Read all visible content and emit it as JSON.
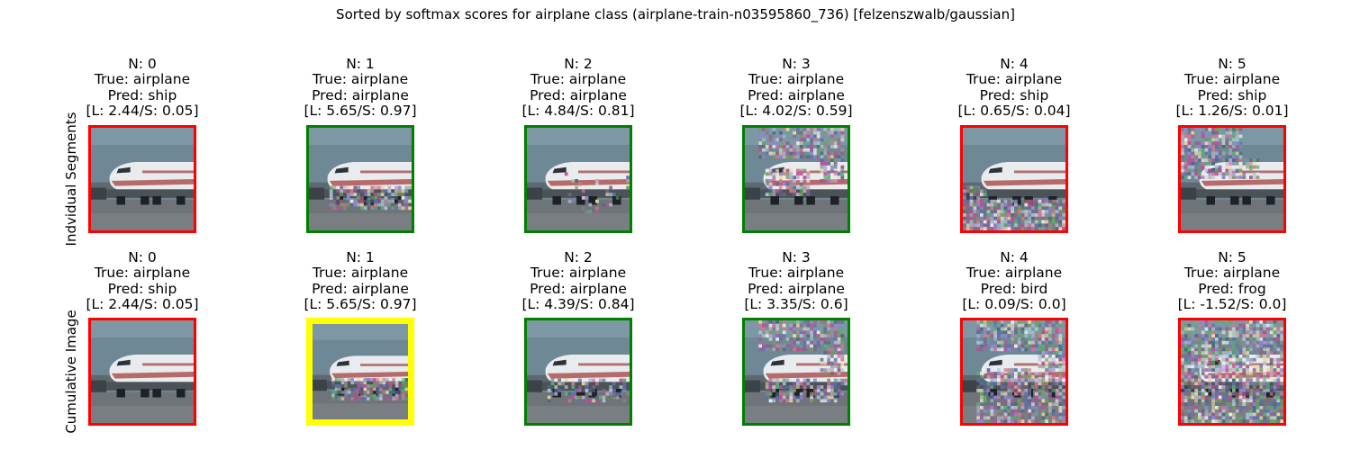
{
  "figure": {
    "title": "Sorted by softmax scores for airplane class (airplane-train-n03595860_736) [felzenszwalb/gaussian]"
  },
  "colors": {
    "correct_border": "#008000",
    "wrong_border": "#ff0000",
    "best_border": "#ffff00",
    "sky": "#6e8896",
    "runway": "#6e7478",
    "fuselage": "#e9ecee"
  },
  "rows": [
    {
      "label": "Indvidual Segments",
      "cells": [
        {
          "n": "N: 0",
          "true_label": "True: airplane",
          "pred": "Pred: ship",
          "scores": "[L: 2.44/S: 0.05]",
          "border": "wrong",
          "noise": "none"
        },
        {
          "n": "N: 1",
          "true_label": "True: airplane",
          "pred": "Pred: airplane",
          "scores": "[L: 5.65/S: 0.97]",
          "border": "correct",
          "noise": "plane-band"
        },
        {
          "n": "N: 2",
          "true_label": "True: airplane",
          "pred": "Pred: airplane",
          "scores": "[L: 4.84/S: 0.81]",
          "border": "correct",
          "noise": "light"
        },
        {
          "n": "N: 3",
          "true_label": "True: airplane",
          "pred": "Pred: airplane",
          "scores": "[L: 4.02/S: 0.59]",
          "border": "correct",
          "noise": "top-right"
        },
        {
          "n": "N: 4",
          "true_label": "True: airplane",
          "pred": "Pred: ship",
          "scores": "[L: 0.65/S: 0.04]",
          "border": "wrong",
          "noise": "bottom"
        },
        {
          "n": "N: 5",
          "true_label": "True: airplane",
          "pred": "Pred: ship",
          "scores": "[L: 1.26/S: 0.01]",
          "border": "wrong",
          "noise": "left-sky"
        }
      ]
    },
    {
      "label": "Cumulative Image",
      "cells": [
        {
          "n": "N: 0",
          "true_label": "True: airplane",
          "pred": "Pred: ship",
          "scores": "[L: 2.44/S: 0.05]",
          "border": "wrong",
          "noise": "none"
        },
        {
          "n": "N: 1",
          "true_label": "True: airplane",
          "pred": "Pred: airplane",
          "scores": "[L: 5.65/S: 0.97]",
          "border": "best",
          "noise": "plane-band"
        },
        {
          "n": "N: 2",
          "true_label": "True: airplane",
          "pred": "Pred: airplane",
          "scores": "[L: 4.39/S: 0.84]",
          "border": "correct",
          "noise": "plane-band-light"
        },
        {
          "n": "N: 3",
          "true_label": "True: airplane",
          "pred": "Pred: airplane",
          "scores": "[L: 3.35/S: 0.6]",
          "border": "correct",
          "noise": "cumulative-3"
        },
        {
          "n": "N: 4",
          "true_label": "True: airplane",
          "pred": "Pred: bird",
          "scores": "[L: 0.09/S: 0.0]",
          "border": "wrong",
          "noise": "cumulative-4"
        },
        {
          "n": "N: 5",
          "true_label": "True: airplane",
          "pred": "Pred: frog",
          "scores": "[L: -1.52/S: 0.0]",
          "border": "wrong",
          "noise": "cumulative-5"
        }
      ]
    }
  ]
}
